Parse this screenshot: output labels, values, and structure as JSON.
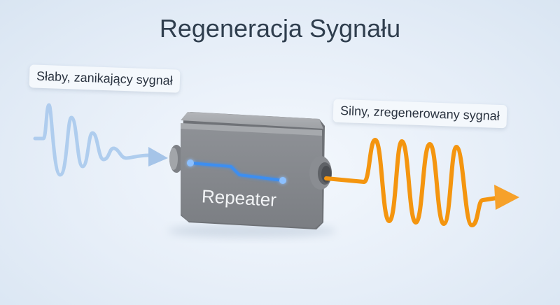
{
  "title": "Regeneracja Sygnału",
  "labels": {
    "input": "Słaby, zanikający sygnał",
    "output": "Silny, zregenerowany sygnał"
  },
  "device": {
    "name": "Repeater"
  },
  "colors": {
    "weak_signal": "#a9c9ec",
    "strong_signal": "#f4950f",
    "device_body": "#8a8d92",
    "indicator": "#3d8ef0"
  },
  "icons": {
    "input_arrow": "arrow-right-icon",
    "output_arrow": "arrow-right-icon"
  }
}
